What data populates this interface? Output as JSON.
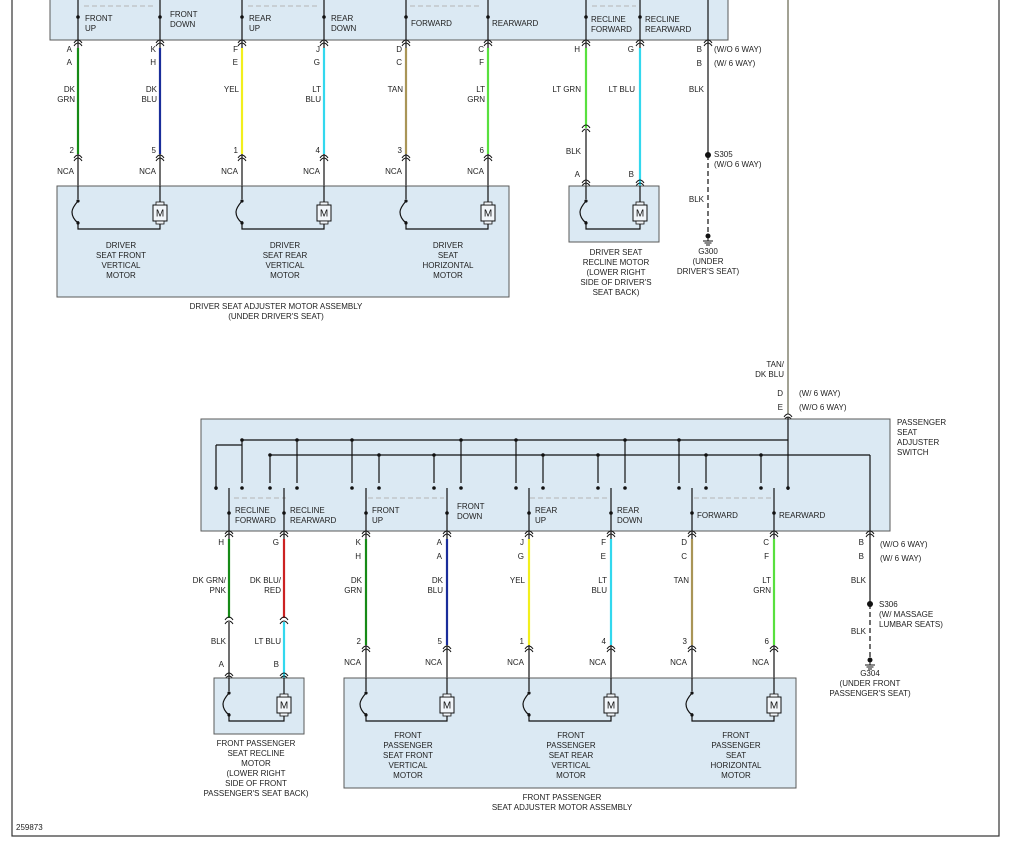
{
  "figure_id": "259873",
  "wire_colors": {
    "dk_grn": "#168a16",
    "dk_blu": "#1a2d9a",
    "yel": "#f2ef1c",
    "lt_blu": "#33d8ee",
    "tan": "#a99557",
    "lt_grn": "#58e03e",
    "blk": "#222222",
    "pnk": "#ea9fb5",
    "red": "#cc2222",
    "tan_dkblu": "#8a8a7a"
  },
  "driver_switch": {
    "switch_labels": [
      {
        "l1": "FRONT",
        "l2": "UP"
      },
      {
        "l1": "FRONT",
        "l2": "DOWN"
      },
      {
        "l1": "REAR",
        "l2": "UP"
      },
      {
        "l1": "REAR",
        "l2": "DOWN"
      },
      {
        "l1": "FORWARD",
        "l2": ""
      },
      {
        "l1": "REARWARD",
        "l2": ""
      },
      {
        "l1": "RECLINE",
        "l2": "FORWARD"
      },
      {
        "l1": "RECLINE",
        "l2": "REARWARD"
      }
    ],
    "wires": [
      {
        "pin1": "A",
        "pin2": "A",
        "c1": "DK",
        "c2": "GRN",
        "num": "2",
        "nca": "NCA"
      },
      {
        "pin1": "K",
        "pin2": "H",
        "c1": "DK",
        "c2": "BLU",
        "num": "5",
        "nca": "NCA"
      },
      {
        "pin1": "F",
        "pin2": "E",
        "c1": "YEL",
        "c2": "",
        "num": "1",
        "nca": "NCA"
      },
      {
        "pin1": "J",
        "pin2": "G",
        "c1": "LT",
        "c2": "BLU",
        "num": "4",
        "nca": "NCA"
      },
      {
        "pin1": "D",
        "pin2": "C",
        "c1": "TAN",
        "c2": "",
        "num": "3",
        "nca": "NCA"
      },
      {
        "pin1": "C",
        "pin2": "F",
        "c1": "LT",
        "c2": "GRN",
        "num": "6",
        "nca": "NCA"
      }
    ],
    "recline_wires": [
      {
        "pin1": "H",
        "color": "LT GRN",
        "blk": "BLK",
        "pin2": "A"
      },
      {
        "pin1": "G",
        "color": "LT BLU",
        "pin2": "B"
      }
    ],
    "ground": {
      "pin1": "B",
      "note1": "(W/O 6 WAY)",
      "pin2": "B",
      "note2": "(W/ 6 WAY)",
      "color1": "BLK",
      "splice": "S305",
      "splice_note": "(W/O 6 WAY)",
      "color2": "BLK",
      "g1": "G300",
      "g2": "(UNDER",
      "g3": "DRIVER'S SEAT)"
    }
  },
  "driver_motor_assembly": {
    "motors": [
      {
        "l1": "DRIVER",
        "l2": "SEAT FRONT",
        "l3": "VERTICAL",
        "l4": "MOTOR"
      },
      {
        "l1": "DRIVER",
        "l2": "SEAT REAR",
        "l3": "VERTICAL",
        "l4": "MOTOR"
      },
      {
        "l1": "DRIVER",
        "l2": "SEAT",
        "l3": "HORIZONTAL",
        "l4": "MOTOR"
      }
    ],
    "caption1": "DRIVER SEAT ADJUSTER MOTOR ASSEMBLY",
    "caption2": "(UNDER DRIVER'S SEAT)"
  },
  "driver_recline_motor": {
    "l1": "DRIVER SEAT",
    "l2": "RECLINE MOTOR",
    "l3": "(LOWER RIGHT",
    "l4": "SIDE OF DRIVER'S",
    "l5": "SEAT BACK)"
  },
  "feed": {
    "c1": "TAN/",
    "c2": "DK BLU",
    "pin1": "D",
    "note1": "(W/ 6 WAY)",
    "pin2": "E",
    "note2": "(W/O 6 WAY)"
  },
  "passenger_switch": {
    "title1": "PASSENGER",
    "title2": "SEAT",
    "title3": "ADJUSTER",
    "title4": "SWITCH",
    "switch_labels": [
      {
        "l1": "RECLINE",
        "l2": "FORWARD"
      },
      {
        "l1": "RECLINE",
        "l2": "REARWARD"
      },
      {
        "l1": "FRONT",
        "l2": "UP"
      },
      {
        "l1": "FRONT",
        "l2": "DOWN"
      },
      {
        "l1": "REAR",
        "l2": "UP"
      },
      {
        "l1": "REAR",
        "l2": "DOWN"
      },
      {
        "l1": "FORWARD",
        "l2": ""
      },
      {
        "l1": "REARWARD",
        "l2": ""
      }
    ],
    "recline_wires": [
      {
        "pin1": "H",
        "c1": "DK GRN/",
        "c2": "PNK",
        "blk": "BLK",
        "pin2": "A"
      },
      {
        "pin1": "G",
        "c1": "DK BLU/",
        "c2": "RED",
        "lt": "LT BLU",
        "pin2": "B"
      }
    ],
    "wires": [
      {
        "pin1": "K",
        "pin2": "H",
        "c1": "DK",
        "c2": "GRN",
        "num": "2",
        "nca": "NCA"
      },
      {
        "pin1": "A",
        "pin2": "A",
        "c1": "DK",
        "c2": "BLU",
        "num": "5",
        "nca": "NCA"
      },
      {
        "pin1": "J",
        "pin2": "G",
        "c1": "YEL",
        "c2": "",
        "num": "1",
        "nca": "NCA"
      },
      {
        "pin1": "F",
        "pin2": "E",
        "c1": "LT",
        "c2": "BLU",
        "num": "4",
        "nca": "NCA"
      },
      {
        "pin1": "D",
        "pin2": "C",
        "c1": "TAN",
        "c2": "",
        "num": "3",
        "nca": "NCA"
      },
      {
        "pin1": "C",
        "pin2": "F",
        "c1": "LT",
        "c2": "GRN",
        "num": "6",
        "nca": "NCA"
      }
    ],
    "ground": {
      "pin1": "B",
      "note1": "(W/O 6 WAY)",
      "pin2": "B",
      "note2": "(W/ 6 WAY)",
      "color1": "BLK",
      "splice": "S306",
      "splice_n1": "(W/ MASSAGE",
      "splice_n2": "LUMBAR SEATS)",
      "color2": "BLK",
      "g1": "G304",
      "g2": "(UNDER FRONT",
      "g3": "PASSENGER'S SEAT)"
    }
  },
  "passenger_recline_motor": {
    "l1": "FRONT PASSENGER",
    "l2": "SEAT RECLINE",
    "l3": "MOTOR",
    "l4": "(LOWER RIGHT",
    "l5": "SIDE OF FRONT",
    "l6": "PASSENGER'S SEAT BACK)"
  },
  "passenger_motor_assembly": {
    "motors": [
      {
        "l1": "FRONT",
        "l2": "PASSENGER",
        "l3": "SEAT FRONT",
        "l4": "VERTICAL",
        "l5": "MOTOR"
      },
      {
        "l1": "FRONT",
        "l2": "PASSENGER",
        "l3": "SEAT REAR",
        "l4": "VERTICAL",
        "l5": "MOTOR"
      },
      {
        "l1": "FRONT",
        "l2": "PASSENGER",
        "l3": "SEAT",
        "l4": "HORIZONTAL",
        "l5": "MOTOR"
      }
    ],
    "caption1": "FRONT PASSENGER",
    "caption2": "SEAT ADJUSTER MOTOR ASSEMBLY"
  }
}
